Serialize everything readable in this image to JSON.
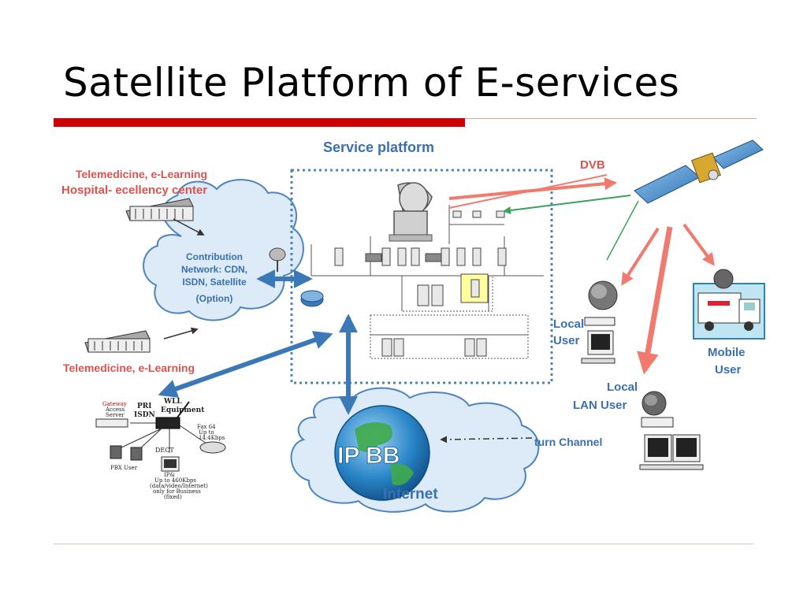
{
  "slide": {
    "title": "Satellite Platform of E-services"
  },
  "diagram": {
    "service_platform": "Service platform",
    "dvb": "DVB",
    "top_left_line1": "Telemedicine, e-Learning",
    "top_left_line2": "Hospital- ecellency center",
    "contribution_line1": "Contribution",
    "contribution_line2": "Network: CDN,",
    "contribution_line3": "ISDN, Satellite",
    "contribution_option": "(Option)",
    "bottom_left_label": "Telemedicine, e-Learning",
    "local_user_line1": "Local",
    "local_user_line2": "User",
    "mobile_user_line1": "Mobile",
    "mobile_user_line2": "User",
    "lan_user_line1": "Local",
    "lan_user_line2": "LAN User",
    "return_channel": "turn Channel",
    "ipbb": "IP BB",
    "internet": "Internet",
    "wll_line1": "WLL",
    "wll_line2": "Equipment",
    "pri_line1": "PRI",
    "pri_line2": "ISDN",
    "gateway_line1": "Gateway",
    "gateway_line2": "Access",
    "gateway_line3": "Server",
    "dect": "DECT",
    "fax_line1": "Fax 64",
    "fax_line2": "Up to",
    "fax_line3": "14.4Kbps",
    "pbx_user": "PBX User",
    "ip_line1": "IP&",
    "ip_line2": "Up to 460Kbps",
    "ip_line3": "(data/video/Internet)",
    "ip_line4": "only for Business",
    "ip_line5": "(fixed)"
  },
  "colors": {
    "title_rule": "#cc0000",
    "label_red": "#d9534f",
    "label_blue": "#3a6fb0",
    "arrow_blue": "#3b78b8",
    "arrow_red": "#f07a6e",
    "arrow_green": "#3aa35a"
  }
}
